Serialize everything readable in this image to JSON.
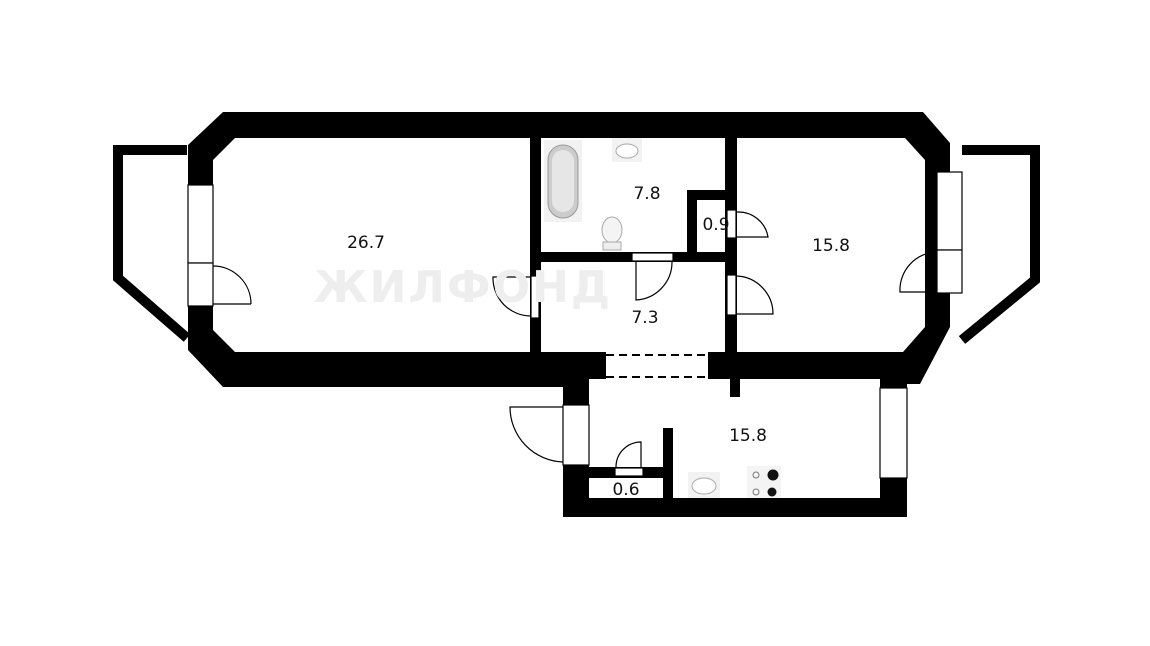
{
  "plan": {
    "watermark": "ЖИЛФОНД",
    "rooms": [
      {
        "name": "living-room",
        "area": "26.7"
      },
      {
        "name": "bathroom",
        "area": "7.8"
      },
      {
        "name": "closet",
        "area": "0.9"
      },
      {
        "name": "hallway",
        "area": "7.3"
      },
      {
        "name": "bedroom",
        "area": "15.8"
      },
      {
        "name": "kitchen",
        "area": "15.8"
      },
      {
        "name": "pantry",
        "area": "0.6"
      }
    ],
    "colors": {
      "wall": "#000000",
      "background": "#ffffff"
    }
  }
}
